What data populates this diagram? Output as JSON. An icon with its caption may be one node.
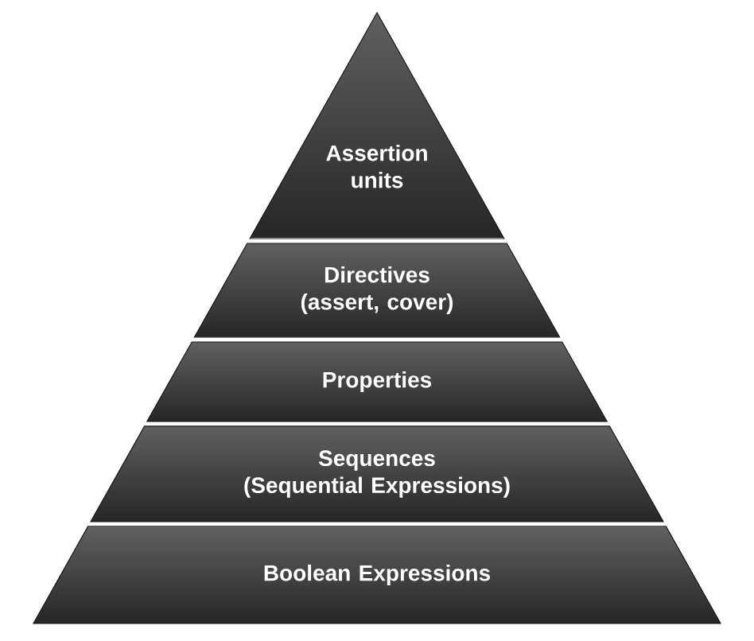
{
  "diagram": {
    "nodes": [
      {
        "text": [
          "Assertion units"
        ]
      },
      {
        "text": [
          "Directives",
          "(assert, cover)"
        ]
      },
      {
        "text": [
          "Properties"
        ]
      },
      {
        "text": [
          "Sequences",
          "(Sequential Expressions)"
        ]
      },
      {
        "text": [
          "Boolean Expressions"
        ]
      }
    ]
  }
}
